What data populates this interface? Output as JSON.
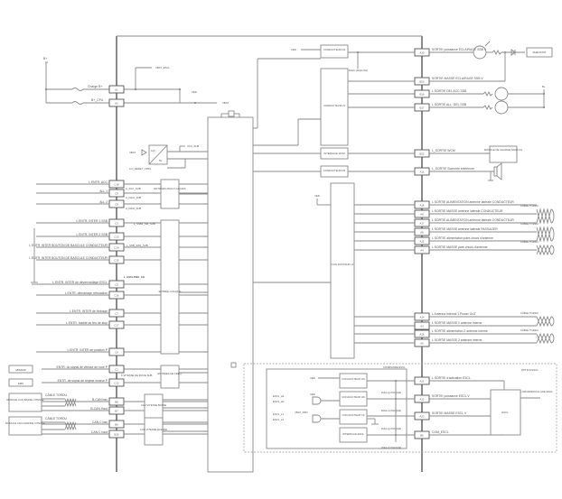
{
  "diagram": {
    "title": "ESCL / body control module wiring diagram",
    "supply": {
      "b_plus_left": "B+",
      "b_plus_right": "B+",
      "vbat": "VBAT",
      "ved": "VED",
      "vbat_escl": "VBAT_ESCL"
    },
    "left_pins": [
      {
        "pin": "A1",
        "label": "Charge B+"
      },
      {
        "pin": "A2",
        "label": "B+_CPU"
      },
      {
        "pin": "C18",
        "label": "L ENTR. ACC"
      },
      {
        "pin": "C9",
        "label": "ALL 1"
      },
      {
        "pin": "C8",
        "label": "ALL 2"
      },
      {
        "pin": "C3",
        "label": "L ENTR. INTER 1 SSB"
      },
      {
        "pin": "C13",
        "label": "L ENTR. INTER 2 SSB"
      },
      {
        "pin": "C14",
        "label": "L ENTR. INTER BOUTON DE BASCULE CONDUCTEUR"
      },
      {
        "pin": "C15",
        "label": "L ENTR. INTER BOUTON DE BASCULE CONDUCTEUR"
      },
      {
        "pin": "C5",
        "label": "L ENTR. INTER de déverrouillage ESCL"
      },
      {
        "pin": "C16",
        "label": "L ENTR. démarrage rétroaction"
      },
      {
        "pin": "C7",
        "label": "L ENTR. INTER de freinage"
      },
      {
        "pin": "C17",
        "label": "L ENTR. fusible du feu de stop"
      },
      {
        "pin": "C6",
        "label": "L ENTR. INTER de position P"
      },
      {
        "pin": "C2",
        "label": "ENTR. du signal de vitesse de roue P"
      },
      {
        "pin": "C12",
        "label": "ENTR. de signal de régime moteur P"
      },
      {
        "pin": "B8",
        "label": "B-CAN bas"
      },
      {
        "pin": "B7",
        "label": "B-CAN Haut"
      },
      {
        "pin": "B9",
        "label": "CAN C bas"
      },
      {
        "pin": "B10",
        "label": "CAN C haut"
      }
    ],
    "right_pins": [
      {
        "pin": "A10",
        "label": "SORTIE puissance ÉCLAIRAGE SSB V"
      },
      {
        "pin": "B20",
        "label": "SORTIE MASSE ÉCLAIRAGE SSB V"
      },
      {
        "pin": "B16",
        "label": "L SORTIE DEL ACC SSB"
      },
      {
        "pin": "B17",
        "label": "L SORTIE ALL. DEL SSB"
      },
      {
        "pin": "B22",
        "label": "L_SORTIE WCM"
      },
      {
        "pin": "A11",
        "label": "L_SORTIE Sonnerie extérieure"
      },
      {
        "pin": "A18",
        "label": "L SORTIE ALIMENTATION antenne latérale CONDUCTEUR"
      },
      {
        "pin": "A8",
        "label": "L SORTIE MASSE antenne latérale CONDUCTEUR"
      },
      {
        "pin": "A17",
        "label": "L SORTIE ALIMENTATION antenne latérale CONDUCTEUR"
      },
      {
        "pin": "A6",
        "label": "L SORTIE MASSE antenne latérale PASSAGER"
      },
      {
        "pin": "A15",
        "label": "L SORTIE alimentation pare-chocs d'antenne"
      },
      {
        "pin": "A4",
        "label": "L SORTIE MASSE pare-chocs d'antenne"
      },
      {
        "pin": "A14",
        "label": "L Antenna Internal 1 Power OUT"
      },
      {
        "pin": "A3",
        "label": "L SORTIE MASSE 1 antenne interne"
      },
      {
        "pin": "A16",
        "label": "L SORTIE alimentation 2 antenne interne"
      },
      {
        "pin": "A5",
        "label": "L SORTIE MASSE 2 antenne interne"
      },
      {
        "pin": "A21",
        "label": "L SORTIE d'activation ESCL"
      },
      {
        "pin": "A12",
        "label": "SORTIE puissance ESCL V"
      },
      {
        "pin": "A22",
        "label": "SORTIE MASSE ESCL V"
      },
      {
        "pin": "B6",
        "label": "COM_ESCL"
      }
    ],
    "blocks": {
      "conv": [
        "12V",
        "5V"
      ],
      "vcc_sub": "VCC_SUB",
      "lc_reset": "LCI_RESET_CPRL",
      "entrees_analogiques": "ENTRÉES ANALO-GIQUES",
      "entree_logique": "ENTRÉE LOGIQUE",
      "entrees_freq": "ENTRÉES DE FRÉQ.",
      "can_basse": "CAN VITESSE BASSE",
      "can_elevee": "CAN VITESSE ÉLEVÉE",
      "cond_hs_top": "CONDUCTEUR HS",
      "cond_ls": "CONDUCTEUR LS",
      "interface_wcm": "INTERFACE WCM",
      "cond_hs_mid": "CONDUCTEUR HS",
      "cond_lf": "CON-DUCTEUR LF",
      "diag_analog": "DIAG (ANALOG)",
      "cond_hs_escl1": "CON-DUCTEUR HS",
      "cond_hs_escl2": "CON-DUCTEUR HS",
      "cond_ls_escl": "CON-DUCTEUR LS",
      "interface_escl": "INTERFACE ESCL",
      "diag_logique": "DIAG (LOGIQUE)",
      "commande_escl": "COMMANDE ESCL",
      "option_escl": "OPTION ESCL",
      "escl": "ESCL",
      "deverrouillage": "L DÉVERROUILLAGE ESCL",
      "rheostat": "RHÉOSTAT",
      "module_charge": "MODULE DE CHARGE SANS FIL",
      "abs_esp": "ABS/ESP",
      "ems": "EMS",
      "module_can_basse": "MODULE CAN BASSE VITESSE",
      "module_can_grande": "MODULE CAN GRANDE VITESSE",
      "cable_tordu": "CÂBLE TORDU",
      "cable_tordu_small": "CÂBLE TORDU",
      "escl_h1": "ESCL_H1",
      "escl_h2": "ESCL_H2",
      "escl_l1": "ESCL_L1",
      "escl_l2": "ESCL_L2",
      "vbat_prd": "VBAT_PRD",
      "sig_acc": "A_ACC_SUB",
      "sig_ign1": "A_IGN1_SUB",
      "sig_ign2": "A_IGN2_SUB",
      "sig_ssb1": "L_SSB1_SW_SUB",
      "sig_ssb2": "L_SSB_SW2_SUB",
      "sig_escl": "L_ESCL/FBK_AG",
      "sig_vitesse": "F VITESSE DE ROUE SUB"
    }
  }
}
